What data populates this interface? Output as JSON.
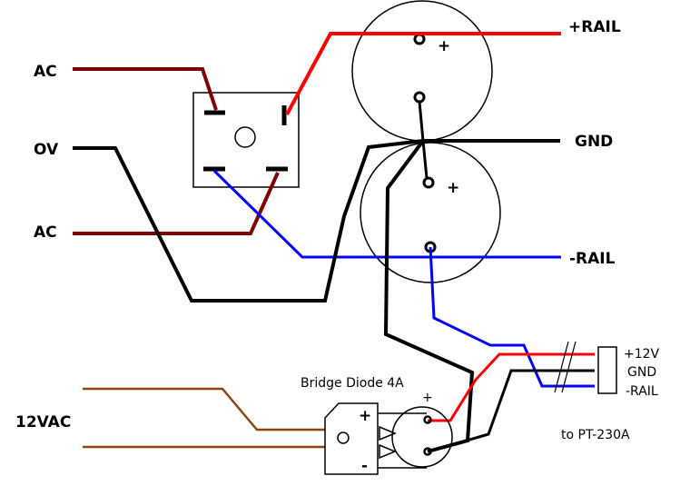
{
  "labels": {
    "ac_top": "AC",
    "ov": "OV",
    "ac_bottom": "AC",
    "plus_rail": "+RAIL",
    "gnd": "GND",
    "minus_rail": "-RAIL",
    "vac12": "12VAC",
    "bridge_diode": "Bridge Diode 4A",
    "plus_sign": "+",
    "conn_plus12": "+12V",
    "conn_gnd": "GND",
    "conn_rail": "-RAIL",
    "to_pt": "to PT-230A"
  },
  "component_marks": {
    "cap_top_plus": "+",
    "cap_bottom_plus": "+",
    "small_bridge_plus": "+",
    "small_bridge_minus": "-"
  },
  "colors": {
    "red_wire": "#ff0000",
    "blue_wire": "#0000ff",
    "black_wire": "#000000",
    "ac_wire": "#800000",
    "brown_wire": "#8b4513"
  }
}
